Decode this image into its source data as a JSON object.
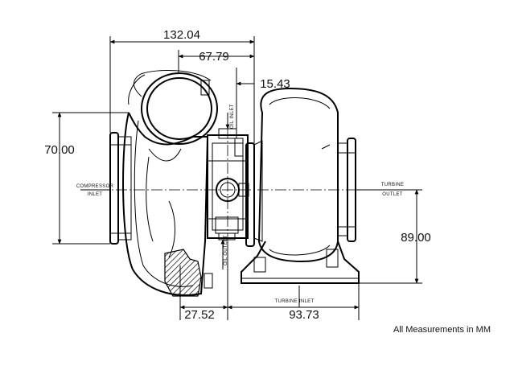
{
  "dimensions": {
    "overall_length": "132.04",
    "compressor_to_oil_inlet": "67.79",
    "oil_inlet_offset": "15.43",
    "compressor_height": "70.00",
    "turbine_height": "89.00",
    "oil_outlet_offset": "27.52",
    "turbine_inlet_offset": "93.73"
  },
  "labels": {
    "oil_inlet": "OIL INLET",
    "oil_outlet": "OIL OUTLET",
    "compressor_inlet_1": "COMPRESSOR",
    "compressor_inlet_2": "INLET",
    "turbine_outlet_1": "TURBINE",
    "turbine_outlet_2": "OUTLET",
    "turbine_inlet": "TURBINE INLET"
  },
  "note": "All Measurements in MM"
}
